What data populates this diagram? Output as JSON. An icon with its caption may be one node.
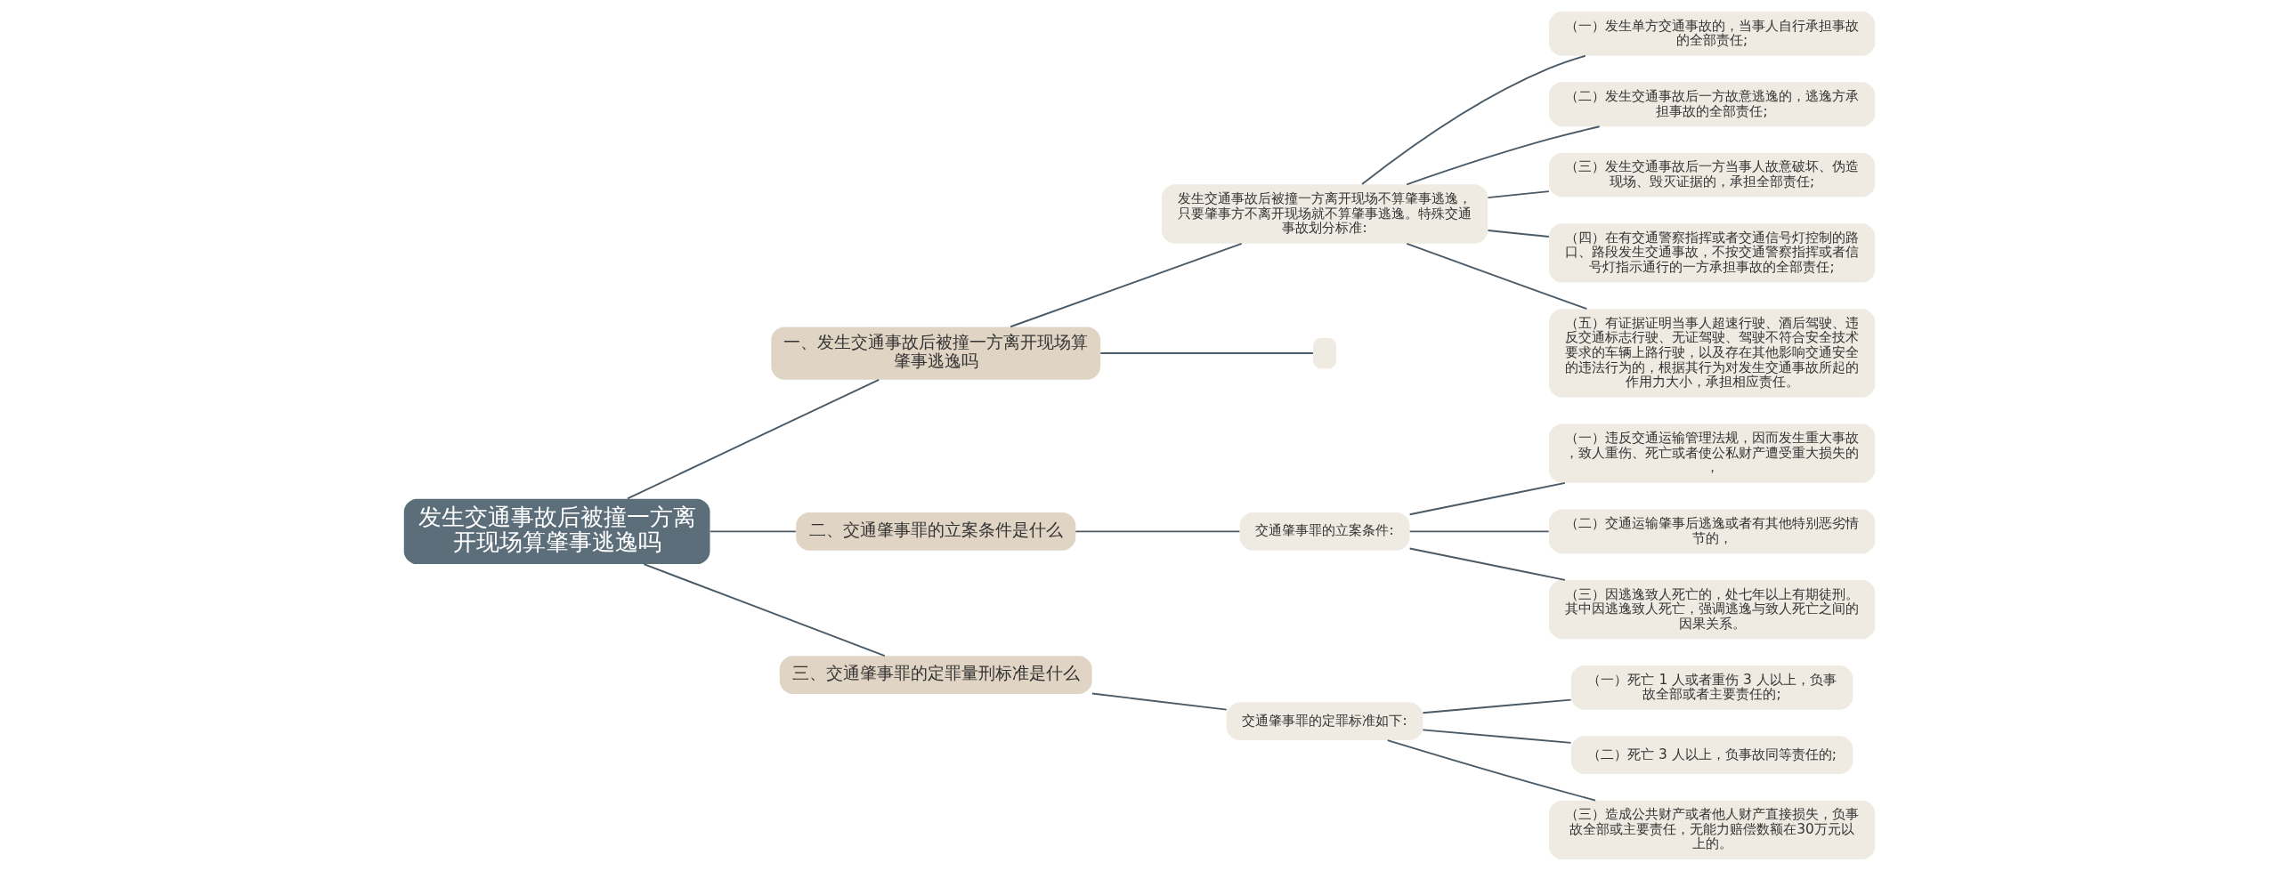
{
  "diagram": {
    "nodes": [
      {
        "text": [
          "发生交通事故后被撞一方离开现场算肇事逃逸吗"
        ]
      },
      {
        "text": [
          "一、发生交通事故后被撞一方离开现场算肇事逃逸吗"
        ]
      },
      {
        "text": [
          "发生交通事故后被撞一方离开现场不算肇事逃逸，只要肇事方不离开现场就不算肇事逃逸。特殊交通事故划分标准:"
        ]
      },
      {
        "text": [
          "（一）发生单方交通事故的，当事人自行承担事故的全部责任;"
        ]
      },
      {
        "text": [
          "（二）发生交通事故后一方故意逃逸的，逃逸方承担事故的全部责任;"
        ]
      },
      {
        "text": [
          "（三）发生交通事故后一方当事人故意破坏、伪造现场、毁灭证据的，承担全部责任;"
        ]
      },
      {
        "text": [
          "（四）在有交通警察指挥或者交通信号灯控制的路口、路段发生交通事故，不按交通警察指挥或者信号灯指示通行的一方承担事故的全部责任;"
        ]
      },
      {
        "text": [
          "（五）有证据证明当事人超速行驶、酒后驾驶、违反交通标志行驶、无证驾驶、驾驶不符合安全技术要求的车辆上路行驶，以及存在其他影响交通安全的违法行为的，根据其行为对发生交通事故所起的作用力大小，承担相应责任。"
        ]
      },
      {
        "text": [],
        "shape": "box"
      },
      {
        "text": [
          "二、交通肇事罪的立案条件是什么"
        ]
      },
      {
        "text": [
          "交通肇事罪的立案条件:"
        ]
      },
      {
        "text": [
          "（一）违反交通运输管理法规，因而发生重大事故，致人重伤、死亡或者使公私财产遭受重大损失的，"
        ]
      },
      {
        "text": [
          "（二）交通运输肇事后逃逸或者有其他特别恶劣情节的，"
        ]
      },
      {
        "text": [
          "（三）因逃逸致人死亡的，处七年以上有期徒刑。其中因逃逸致人死亡，强调逃逸与致人死亡之间的因果关系。"
        ]
      },
      {
        "text": [
          "三、交通肇事罪的定罪量刑标准是什么"
        ]
      },
      {
        "text": [
          "交通肇事罪的定罪标准如下:"
        ]
      },
      {
        "text": [
          "（一）死亡 1 人或者重伤 3 人以上，负事故全部或者主要责任的;"
        ]
      },
      {
        "text": [
          "（二）死亡 3 人以上，负事故同等责任的;"
        ]
      },
      {
        "text": [
          "（三）造成公共财产或者他人财产直接损失，负事故全部或主要责任，无能力赔偿数额在30万元以上的。"
        ]
      }
    ],
    "edges": [
      {
        "from": 0,
        "to": 1,
        "arrow": "none"
      },
      {
        "from": 1,
        "to": 2,
        "arrow": "none"
      },
      {
        "from": 2,
        "to": 3,
        "arrow": "none"
      },
      {
        "from": 2,
        "to": 4,
        "arrow": "none"
      },
      {
        "from": 2,
        "to": 5,
        "arrow": "none"
      },
      {
        "from": 2,
        "to": 6,
        "arrow": "none"
      },
      {
        "from": 2,
        "to": 7,
        "arrow": "none"
      },
      {
        "from": 1,
        "to": 8,
        "arrow": "none"
      },
      {
        "from": 0,
        "to": 9,
        "arrow": "none"
      },
      {
        "from": 9,
        "to": 10,
        "arrow": "none"
      },
      {
        "from": 10,
        "to": 11,
        "arrow": "none"
      },
      {
        "from": 10,
        "to": 12,
        "arrow": "none"
      },
      {
        "from": 10,
        "to": 13,
        "arrow": "none"
      },
      {
        "from": 0,
        "to": 14,
        "arrow": "none"
      },
      {
        "from": 14,
        "to": 15,
        "arrow": "none"
      },
      {
        "from": 15,
        "to": 16,
        "arrow": "none"
      },
      {
        "from": 15,
        "to": 17,
        "arrow": "none"
      },
      {
        "from": 15,
        "to": 18,
        "arrow": "none"
      }
    ]
  }
}
